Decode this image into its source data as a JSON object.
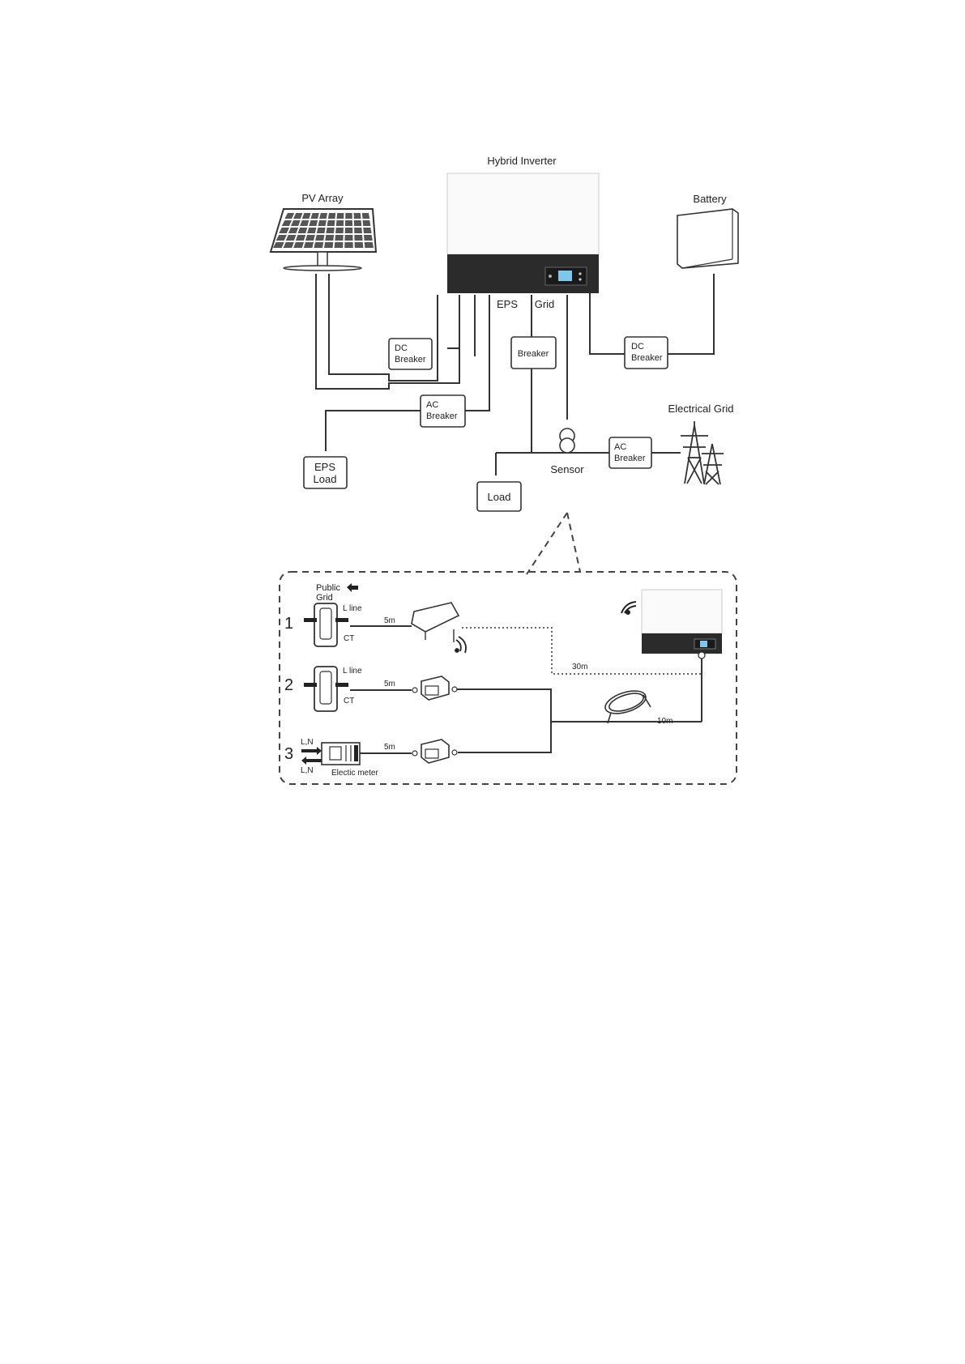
{
  "diagram": {
    "inverter_label": "Hybrid Inverter",
    "pv_label": "PV Array",
    "battery_label": "Battery",
    "eps_port": "EPS",
    "grid_port": "Grid",
    "dc_breaker_pv": [
      "DC",
      "Breaker"
    ],
    "dc_breaker_batt": [
      "DC",
      "Breaker"
    ],
    "breaker": "Breaker",
    "ac_breaker_eps": [
      "AC",
      "Breaker"
    ],
    "ac_breaker_grid": [
      "AC",
      "Breaker"
    ],
    "eps_load": [
      "EPS",
      "Load"
    ],
    "load": "Load",
    "sensor": "Sensor",
    "electrical_grid": "Electrical Grid"
  },
  "detail": {
    "public_grid": [
      "Public",
      "Grid"
    ],
    "row_numbers": [
      "1",
      "2",
      "3"
    ],
    "l_line": "L line",
    "ct": "CT",
    "len_5m": "5m",
    "len_30m": "30m",
    "len_10m": "10m",
    "l_n": "L,N",
    "electric_meter": "Electic meter"
  }
}
